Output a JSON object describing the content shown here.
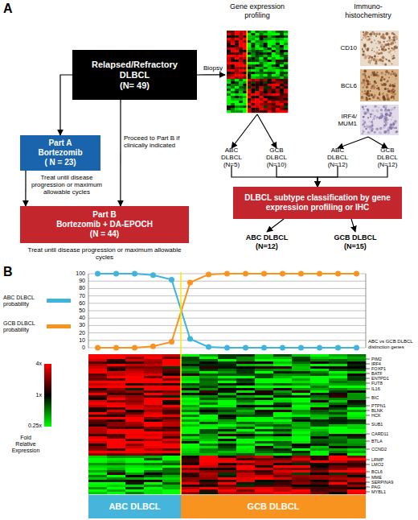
{
  "diagram": {
    "nodes": [
      {
        "text": [
          "Gene expression profiling"
        ]
      },
      {
        "text": [
          "Immuno- histochemistry",
          "CD10",
          "BCL6",
          "IRF4/ MUM1"
        ]
      },
      {
        "text": [
          "Relapsed/Refractory DLBCL",
          "(N= 49)"
        ]
      },
      {
        "text": [
          "ABC DLBCL",
          "(N=5)"
        ]
      },
      {
        "text": [
          "GCB DLBCL",
          "(N=10)"
        ]
      },
      {
        "text": [
          "ABC DLBCL",
          "(N=12)"
        ]
      },
      {
        "text": [
          "GCB DLBCL",
          "(N=12)"
        ]
      },
      {
        "text": [
          "Part A",
          "Bortezomib",
          "( N = 23)"
        ]
      },
      {
        "text": [
          "DLBCL subtype classification by gene expression profiling or IHC"
        ]
      },
      {
        "text": [
          "Part B",
          "Bortezomib + DA-EPOCH",
          "(N = 44)"
        ]
      },
      {
        "text": [
          "ABC DLBCL",
          "(N=12)"
        ]
      },
      {
        "text": [
          "GCB DLBCL",
          "(N=15)"
        ]
      },
      {
        "text": [
          "ABC DLBCL"
        ]
      },
      {
        "text": [
          "GCB DLBCL"
        ]
      }
    ],
    "edges": [
      {
        "from": 2,
        "to": 0,
        "arrow": "to",
        "label": "Biopsy"
      },
      {
        "from": 2,
        "to": 7,
        "arrow": "to"
      },
      {
        "from": 2,
        "to": 9,
        "arrow": "to",
        "label": "Proceed to Part B if clinically indicated"
      },
      {
        "from": 7,
        "to": 9,
        "arrow": "to"
      },
      {
        "from": 0,
        "to": 3,
        "arrow": "to"
      },
      {
        "from": 0,
        "to": 4,
        "arrow": "to"
      },
      {
        "from": 1,
        "to": 5,
        "arrow": "to"
      },
      {
        "from": 1,
        "to": 6,
        "arrow": "to"
      },
      {
        "from": 3,
        "to": 8,
        "arrow": "to"
      },
      {
        "from": 4,
        "to": 8,
        "arrow": "to"
      },
      {
        "from": 5,
        "to": 8,
        "arrow": "to"
      },
      {
        "from": 6,
        "to": 8,
        "arrow": "to"
      },
      {
        "from": 8,
        "to": 10,
        "arrow": "to"
      },
      {
        "from": 8,
        "to": 11,
        "arrow": "to"
      }
    ],
    "labels": [
      "A",
      "Treat until disease progression or maximum allowable cycles",
      "Treat until disease progression or maximum allowable cycles",
      "B",
      "100",
      "90",
      "80",
      "70",
      "60",
      "50",
      "40",
      "30",
      "20",
      "10",
      "0",
      "ABC vs GCB DLBCL distinction genes",
      "PIM2",
      "IRF4",
      "FOXP1",
      "BATF",
      "ENTPD1",
      "FUT8",
      "IL16",
      "BIC",
      "PTPN1",
      "BLNK",
      "HCK",
      "SUB1",
      "CARD11",
      "BTLA",
      "CCND2",
      "LRMP",
      "LMO2",
      "BCL6",
      "MME",
      "SERPINA9",
      "PAG",
      "MYBL1",
      "4x",
      "1x",
      "0.25x",
      "Fold Relative Expression"
    ],
    "legend": [
      {
        "text": "ABC DLBCL probability",
        "color": "#3fb4dc"
      },
      {
        "text": "GCB DLBCL probability",
        "color": "#f7931e"
      }
    ]
  }
}
